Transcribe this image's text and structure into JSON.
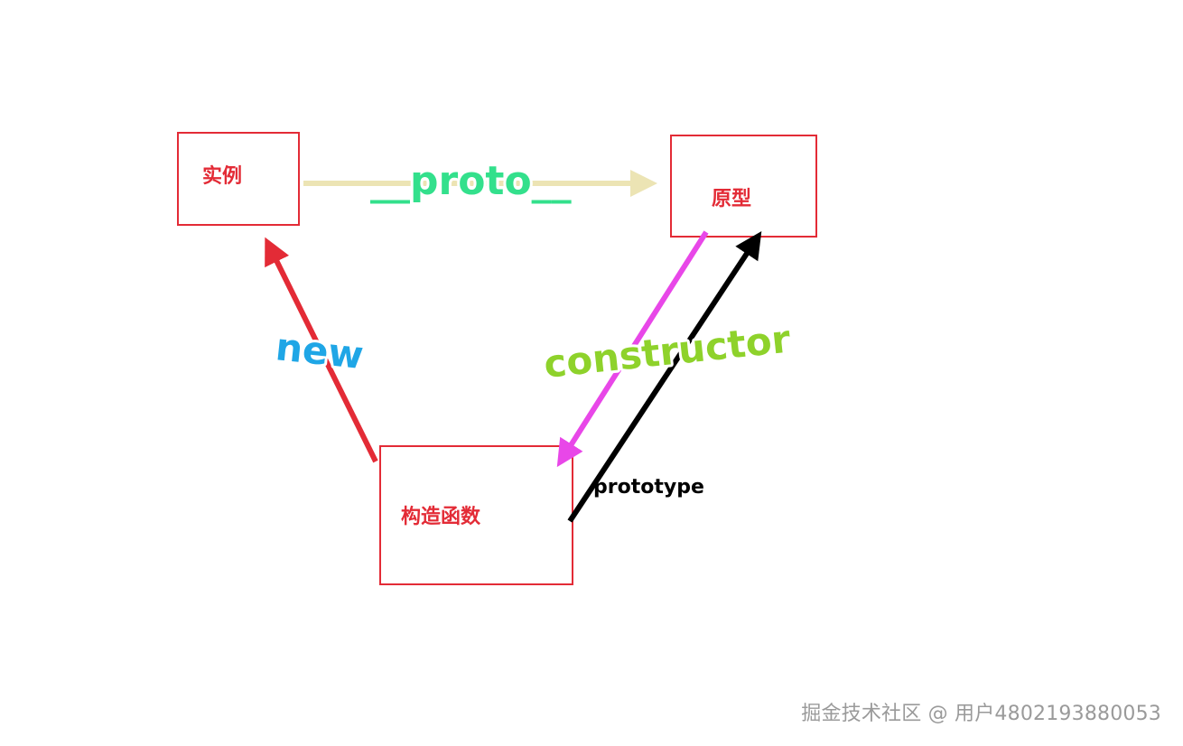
{
  "nodes": {
    "instance": {
      "label": "实例"
    },
    "prototype": {
      "label": "原型"
    },
    "constructor": {
      "label": "构造函数"
    }
  },
  "edges": {
    "proto": {
      "label": "__proto__"
    },
    "new": {
      "label": "new"
    },
    "constructor_edge": {
      "label": "constructor"
    },
    "prototype_edge": {
      "label": "prototype"
    }
  },
  "colors": {
    "node_border": "#e32b36",
    "node_text": "#e32b36",
    "proto_arrow": "#ece4b4",
    "proto_label": "#33e08c",
    "new_arrow": "#e32b36",
    "new_label": "#1fa6e6",
    "constructor_arrow": "#e847e8",
    "constructor_label": "#8ed22b",
    "prototype_arrow": "#000000",
    "prototype_label": "#000000",
    "watermark": "#9a9a9a"
  },
  "watermark": "掘金技术社区 @ 用户4802193880053"
}
